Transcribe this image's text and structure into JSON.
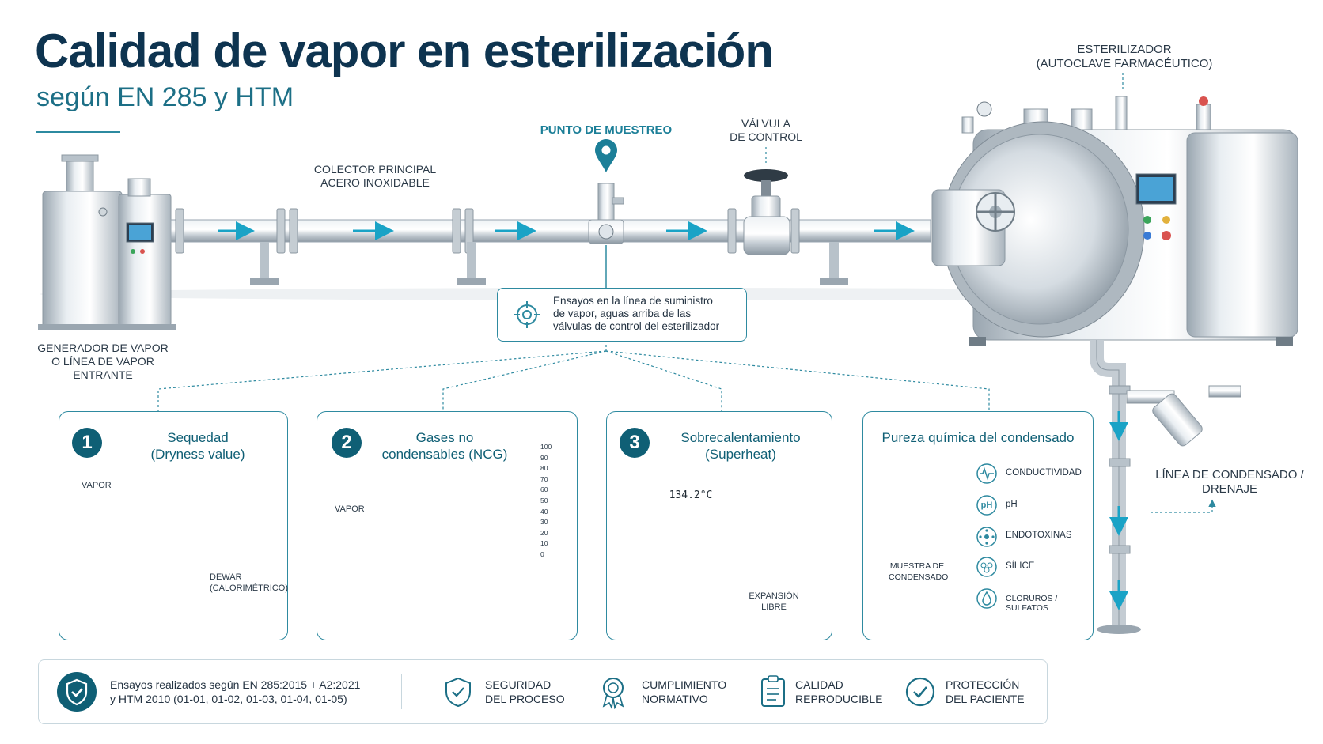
{
  "header": {
    "title": "Calidad de vapor en esterilización",
    "subtitle": "según EN 285 y HTM"
  },
  "components": {
    "generator_label": [
      "GENERADOR DE VAPOR",
      "O LÍNEA DE VAPOR",
      "ENTRANTE"
    ],
    "collector_label": [
      "COLECTOR PRINCIPAL",
      "ACERO INOXIDABLE"
    ],
    "sampling_point": "PUNTO DE MUESTREO",
    "valve_label": [
      "VÁLVULA",
      "DE CONTROL"
    ],
    "sterilizer_label": [
      "ESTERILIZADOR",
      "(AUTOCLAVE FARMACÉUTICO)"
    ],
    "drain_label": [
      "LÍNEA DE CONDENSADO /",
      "DRENAJE"
    ]
  },
  "note": [
    "Ensayos en la línea de suministro",
    "de vapor, aguas arriba de las",
    "válvulas de control del esterilizador"
  ],
  "cards": {
    "c1": {
      "number": "1",
      "title": [
        "Sequedad",
        "(Dryness value)"
      ],
      "vapor": "VAPOR",
      "dewar": [
        "DEWAR",
        "(CALORIMÉTRICO)"
      ]
    },
    "c2": {
      "number": "2",
      "title": [
        "Gases no",
        "condensables (NCG)"
      ],
      "vapor": "VAPOR",
      "scale": [
        "100",
        "90",
        "80",
        "70",
        "60",
        "50",
        "40",
        "30",
        "20",
        "10",
        "0"
      ]
    },
    "c3": {
      "number": "3",
      "title": [
        "Sobrecalentamiento",
        "(Superheat)"
      ],
      "reading": "134.2°C",
      "expansion": [
        "EXPANSIÓN",
        "LIBRE"
      ]
    },
    "c4": {
      "title": "Pureza química del condensado",
      "bottle": [
        "MUESTRA DE",
        "CONDENSADO"
      ],
      "items": [
        {
          "icon": "conductivity-icon",
          "label": "CONDUCTIVIDAD"
        },
        {
          "icon": "ph-icon",
          "label": "pH",
          "glyph": "pH"
        },
        {
          "icon": "endotoxin-icon",
          "label": "ENDOTOXINAS"
        },
        {
          "icon": "silica-icon",
          "label": "SÍLICE"
        },
        {
          "icon": "drop-icon",
          "label": "CLORUROS / SULFATOS"
        }
      ]
    }
  },
  "footer": {
    "standard": [
      "Ensayos realizados según EN 285:2015 + A2:2021",
      "y HTM 2010 (01-01, 01-02, 01-03, 01-04, 01-05)"
    ],
    "items": [
      {
        "icon": "shield-check-icon",
        "label": [
          "SEGURIDAD",
          "DEL PROCESO"
        ]
      },
      {
        "icon": "award-icon",
        "label": [
          "CUMPLIMIENTO",
          "NORMATIVO"
        ]
      },
      {
        "icon": "clipboard-icon",
        "label": [
          "CALIDAD",
          "REPRODUCIBLE"
        ]
      },
      {
        "icon": "check-circle-icon",
        "label": [
          "PROTECCIÓN",
          "DEL PACIENTE"
        ]
      }
    ]
  },
  "colors": {
    "accent": "#0f5f75",
    "line": "#2e8aa0",
    "title": "#0e3450",
    "flow": "#1aa3c6",
    "steel": "#c9d1d7"
  }
}
